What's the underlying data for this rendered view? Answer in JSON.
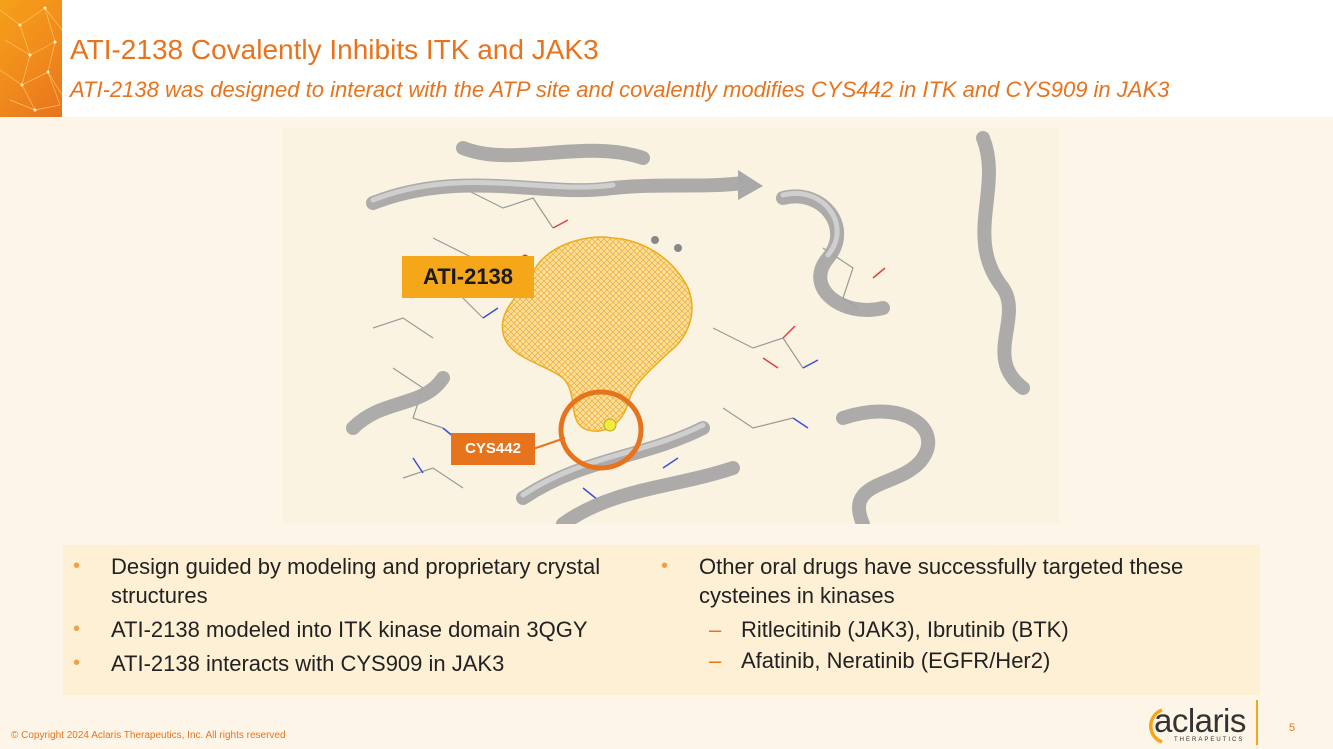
{
  "slide": {
    "title": "ATI-2138 Covalently Inhibits ITK and JAK3",
    "subtitle": "ATI-2138 was designed to interact with the ATP site and covalently modifies CYS442 in ITK and CYS909 in JAK3",
    "page_number": "5"
  },
  "figure": {
    "drug_label": "ATI-2138",
    "residue_label": "CYS442"
  },
  "bullets": {
    "left": [
      "Design guided by modeling and proprietary crystal structures",
      "ATI-2138 modeled into ITK kinase domain 3QGY",
      "ATI-2138 interacts with CYS909 in JAK3"
    ],
    "right": [
      "Other oral drugs have successfully targeted these cysteines in kinases"
    ],
    "right_sub": [
      "Ritlecitinib (JAK3), Ibrutinib (BTK)",
      "Afatinib, Neratinib (EGFR/Her2)"
    ]
  },
  "footer": {
    "copyright": "© Copyright 2024 Aclaris Therapeutics, Inc. All rights reserved"
  },
  "logo": {
    "name": "aclaris",
    "tagline": "THERAPEUTICS"
  },
  "colors": {
    "accent": "#e8731d",
    "gold": "#f5a719",
    "panel": "#fdf0d5"
  }
}
